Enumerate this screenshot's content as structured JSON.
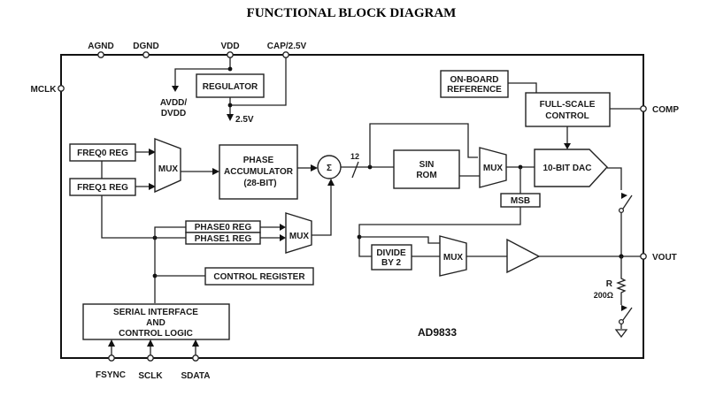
{
  "title": "FUNCTIONAL BLOCK DIAGRAM",
  "part_number": "AD9833",
  "pins": {
    "agnd": "AGND",
    "dgnd": "DGND",
    "vdd": "VDD",
    "cap": "CAP/2.5V",
    "mclk": "MCLK",
    "comp": "COMP",
    "vout": "VOUT",
    "fsync": "FSYNC",
    "sclk": "SCLK",
    "sdata": "SDATA"
  },
  "blocks": {
    "regulator": "REGULATOR",
    "avdd_line1": "AVDD/",
    "avdd_line2": "DVDD",
    "reg_out": "2.5V",
    "onboard_ref_line1": "ON-BOARD",
    "onboard_ref_line2": "REFERENCE",
    "fullscale_line1": "FULL-SCALE",
    "fullscale_line2": "CONTROL",
    "freq0": "FREQ0 REG",
    "freq1": "FREQ1 REG",
    "mux": "MUX",
    "phase_acc_line1": "PHASE",
    "phase_acc_line2": "ACCUMULATOR",
    "phase_acc_line3": "(28-BIT)",
    "sigma": "Σ",
    "bus_width": "12",
    "sin_rom_line1": "SIN",
    "sin_rom_line2": "ROM",
    "dac": "10-BIT DAC",
    "msb": "MSB",
    "phase0": "PHASE0  REG",
    "phase1": "PHASE1  REG",
    "divide_line1": "DIVIDE",
    "divide_line2": "BY 2",
    "control_register": "CONTROL REGISTER",
    "serial_line1": "SERIAL INTERFACE",
    "serial_line2": "AND",
    "serial_line3": "CONTROL LOGIC",
    "resistor_name": "R",
    "resistor_value": "200Ω"
  }
}
